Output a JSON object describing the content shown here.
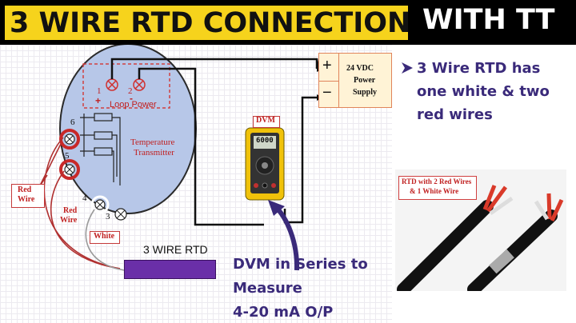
{
  "banner": {
    "title": "3 WIRE RTD CONNECTION",
    "suffix": "WITH TT"
  },
  "transmitter": {
    "label_line1": "Temperature",
    "label_line2": "Transmitter",
    "loop_power": "Loop Power",
    "terminal_1": "1",
    "terminal_2": "2",
    "plus": "+",
    "minus": "-",
    "terminal_3": "3",
    "terminal_4": "4",
    "terminal_5": "5",
    "terminal_6": "6"
  },
  "power_supply": {
    "plus": "+",
    "minus": "−",
    "line1": "24 VDC",
    "line2": "Power",
    "line3": "Supply"
  },
  "dvm": {
    "label": "DVM",
    "reading": "6000"
  },
  "wires": {
    "red_wire_left": "Red\nWire",
    "red_wire_left_l1": "Red",
    "red_wire_left_l2": "Wire",
    "red_wire_mid_l1": "Red",
    "red_wire_mid_l2": "Wire",
    "white": "White"
  },
  "rtd_label": "3 WIRE RTD",
  "dvm_note": {
    "line1": "DVM in Series to",
    "line2": "Measure",
    "line3": "4-20 mA O/P"
  },
  "info_note": {
    "line1": "3 Wire RTD has",
    "line2": "one white & two",
    "line3": "red wires"
  },
  "photo": {
    "caption_line1": "RTD with 2 Red Wires",
    "caption_line2": "& 1 White Wire"
  },
  "colors": {
    "banner_yellow": "#f6d31c",
    "transmitter_fill": "#b7c7e8",
    "wire_red": "#b03030",
    "rtd_purple": "#6a2fa8",
    "note_purple": "#3a2a7a",
    "psu_fill": "#fff3d6"
  }
}
